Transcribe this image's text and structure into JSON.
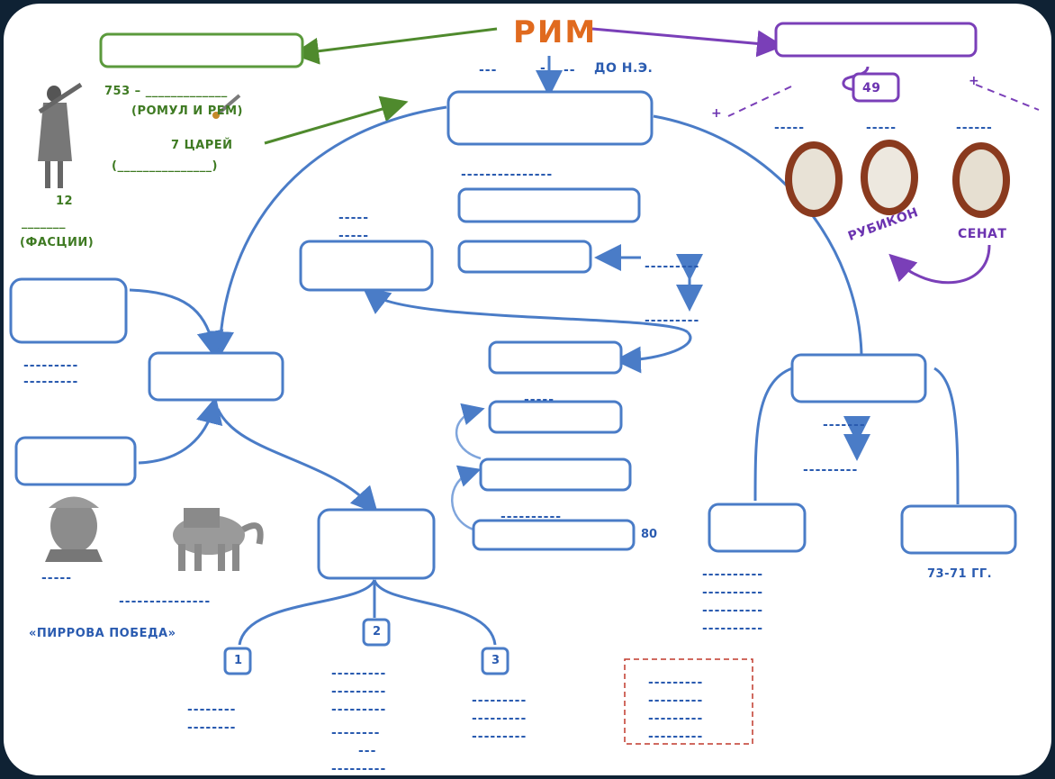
{
  "title": "РИМ",
  "header": {
    "bc_left": "---",
    "bc_mid": "-",
    "bc_right": "--",
    "bc_suffix": "ДО Н.Э."
  },
  "left_top": {
    "year_line": "753 – _____________",
    "founders": "(РОМУЛ И      РЕМ)",
    "kings": "7 ЦАРЕЙ",
    "kings_blank": "(_______________)",
    "twelve": "12",
    "fasces_blank": "_______",
    "fasces": "(ФАСЦИИ)"
  },
  "right_top": {
    "count": "49",
    "plus_left": "+",
    "plus_right": "+",
    "rubicon": "РУБИКОН",
    "senate": "СЕНАТ"
  },
  "blanks": {
    "center_top": "---------------",
    "left_small_1": "-----",
    "left_small_2": "-----",
    "mid_right_1": "---------",
    "mid_right_2": "---------",
    "left_mid_1": "---------",
    "left_mid_2": "---------",
    "center_small": "-----",
    "center_long": "----------",
    "right_mid_1": "-------",
    "right_mid_2": "---------",
    "hannibal": "-----",
    "elephant": "---------------",
    "sub1_1": "--------",
    "sub1_2": "--------",
    "sub2_1": "---------",
    "sub2_2": "---------",
    "sub2_3": "---------",
    "sub2_4": "--------",
    "sub2_5": "---",
    "sub2_6": "---------",
    "sub3_1": "---------",
    "sub3_2": "---------",
    "sub3_3": "---------",
    "rb_1": "----------",
    "rb_2": "----------",
    "rb_3": "----------",
    "rb_4": "----------",
    "red_1": "---------",
    "red_2": "---------",
    "red_3": "---------",
    "red_4": "---------",
    "portrait_1": "-----",
    "portrait_2": "-----",
    "portrait_3": "------"
  },
  "labels": {
    "eighty": "80",
    "years_73_71": "73-71 ГГ.",
    "pyrrhic": "«ПИРРОВА ПОБЕДА»",
    "n1": "1",
    "n2": "2",
    "n3": "3"
  },
  "colors": {
    "frame": "#0f2234",
    "blue": "#4a7cc7",
    "green": "#5b9a3c",
    "purple": "#7a3fb8",
    "orange": "#e06a1e",
    "red_dashed": "#c0392b"
  }
}
